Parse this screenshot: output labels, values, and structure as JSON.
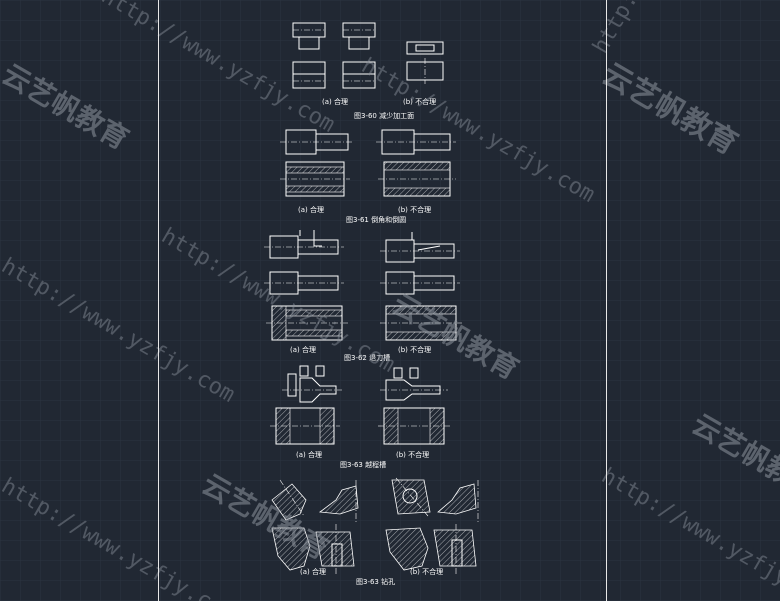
{
  "figures": [
    {
      "id": "3-60",
      "caption": "图3-60 减少加工面",
      "left_label": "(a) 合理",
      "right_label": "(b) 不合理"
    },
    {
      "id": "3-61",
      "caption": "图3-61 倒角和倒圆",
      "left_label": "(a) 合理",
      "right_label": "(b) 不合理"
    },
    {
      "id": "3-62",
      "caption": "图3-62 退刀槽",
      "left_label": "(a) 合理",
      "right_label": "(b) 不合理"
    },
    {
      "id": "3-63",
      "caption": "图3-63 越程槽",
      "left_label": "(a) 合理",
      "right_label": "(b) 不合理"
    },
    {
      "id": "3-64",
      "caption": "图3-63 钻孔",
      "left_label": "(a) 合理",
      "right_label": "(b) 不合理"
    }
  ],
  "watermarks": {
    "brand": "云艺帆教育",
    "url": "http://www.yzfjy.com"
  },
  "colors": {
    "background": "#212833",
    "grid": "#2c3440",
    "lines": "#ffffff",
    "watermark": "#8d949e"
  }
}
